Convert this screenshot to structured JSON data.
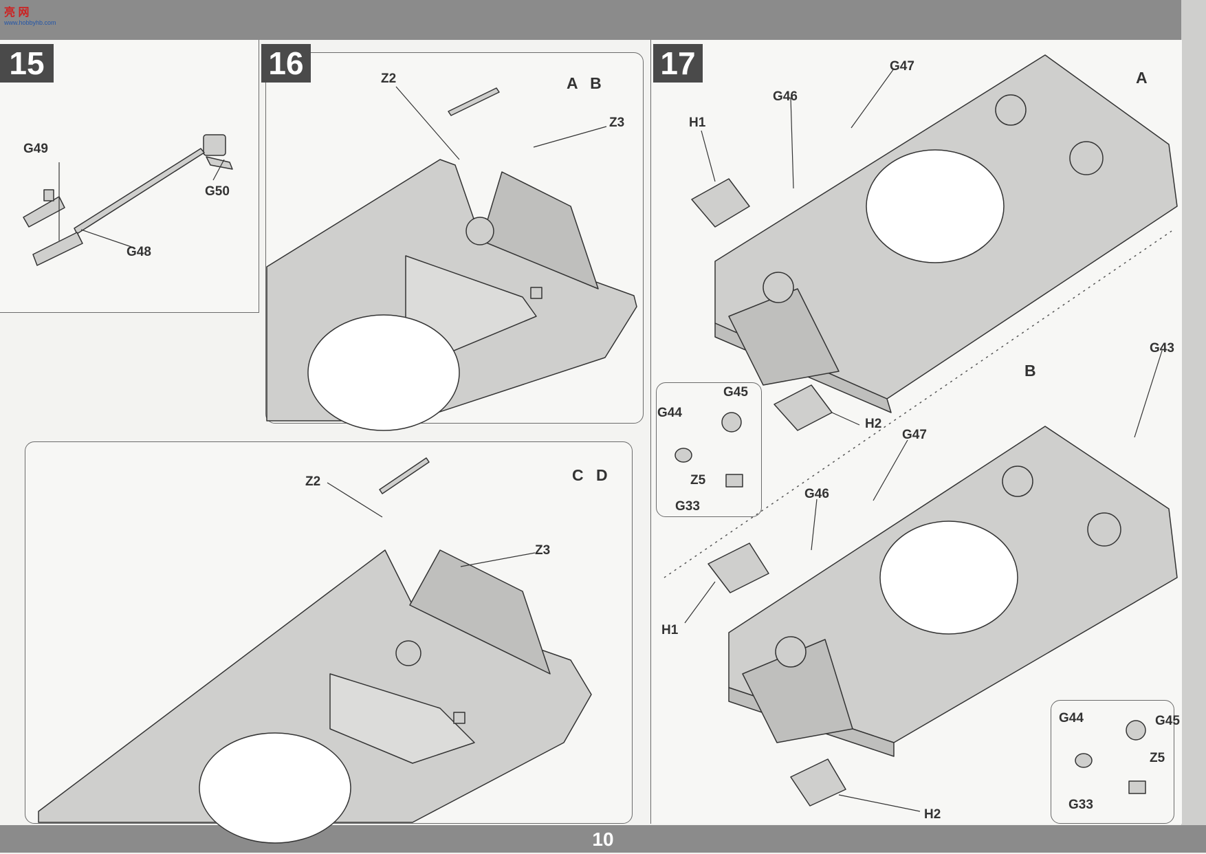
{
  "logo": {
    "title": "亮 网",
    "subtitle": "www.hobbyhb.com"
  },
  "page_number": "10",
  "steps": [
    {
      "number": "15",
      "labels": [
        "G49",
        "G50",
        "G48"
      ]
    },
    {
      "number": "16",
      "variants": "A  B",
      "labels": [
        "Z2",
        "Z3"
      ]
    },
    {
      "number": "",
      "variants": "C  D",
      "labels": [
        "Z2",
        "Z3"
      ]
    },
    {
      "number": "17",
      "variant_a": "A",
      "variant_b": "B",
      "labels_a": [
        "G47",
        "G46",
        "H1",
        "H2"
      ],
      "inset_a": [
        "G45",
        "G44",
        "Z5",
        "G33"
      ],
      "labels_b": [
        "G43",
        "G47",
        "G46",
        "H1",
        "H2"
      ],
      "inset_b": [
        "G44",
        "G45",
        "Z5",
        "G33"
      ]
    }
  ],
  "colors": {
    "bar": "#8b8b8b",
    "step_badge": "#4a4a4a",
    "part": "#cfcfcd",
    "line": "#333333"
  }
}
